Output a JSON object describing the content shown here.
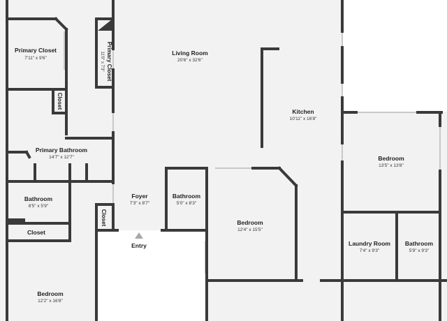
{
  "colors": {
    "floor": "#f2f2f2",
    "outside": "#ffffff",
    "wall": "#3a3a3a",
    "window": "#c8c8c8",
    "marker": "#a8a8a8"
  },
  "rooms": {
    "primary_closet_1": {
      "name": "Primary Closet",
      "dim": "7'11\" x 9'6\""
    },
    "primary_closet_2": {
      "name": "Primary Closet",
      "dim": "11'0\" x 7'3\""
    },
    "closet_small": {
      "name": "Closet"
    },
    "primary_bathroom": {
      "name": "Primary Bathroom",
      "dim": "14'7\" x 12'7\""
    },
    "living_room": {
      "name": "Living Room",
      "dim": "20'6\" x 32'6\""
    },
    "kitchen": {
      "name": "Kitchen",
      "dim": "10'11\" x 16'8\""
    },
    "bedroom_east": {
      "name": "Bedroom",
      "dim": "13'5\" x 13'8\""
    },
    "bathroom_west": {
      "name": "Bathroom",
      "dim": "8'5\" x 5'9\""
    },
    "closet_west": {
      "name": "Closet"
    },
    "foyer": {
      "name": "Foyer",
      "dim": "7'3\" x 8'7\""
    },
    "closet_foyer": {
      "name": "Closet"
    },
    "bathroom_center": {
      "name": "Bathroom",
      "dim": "5'0\" x 8'3\""
    },
    "bedroom_center": {
      "name": "Bedroom",
      "dim": "12'4\" x 15'5\""
    },
    "laundry_room": {
      "name": "Laundry Room",
      "dim": "7'4\" x 9'3\""
    },
    "bathroom_east": {
      "name": "Bathroom",
      "dim": "5'9\" x 9'3\""
    },
    "bedroom_west": {
      "name": "Bedroom",
      "dim": "12'2\" x 16'8\""
    }
  },
  "entry": {
    "label": "Entry"
  }
}
